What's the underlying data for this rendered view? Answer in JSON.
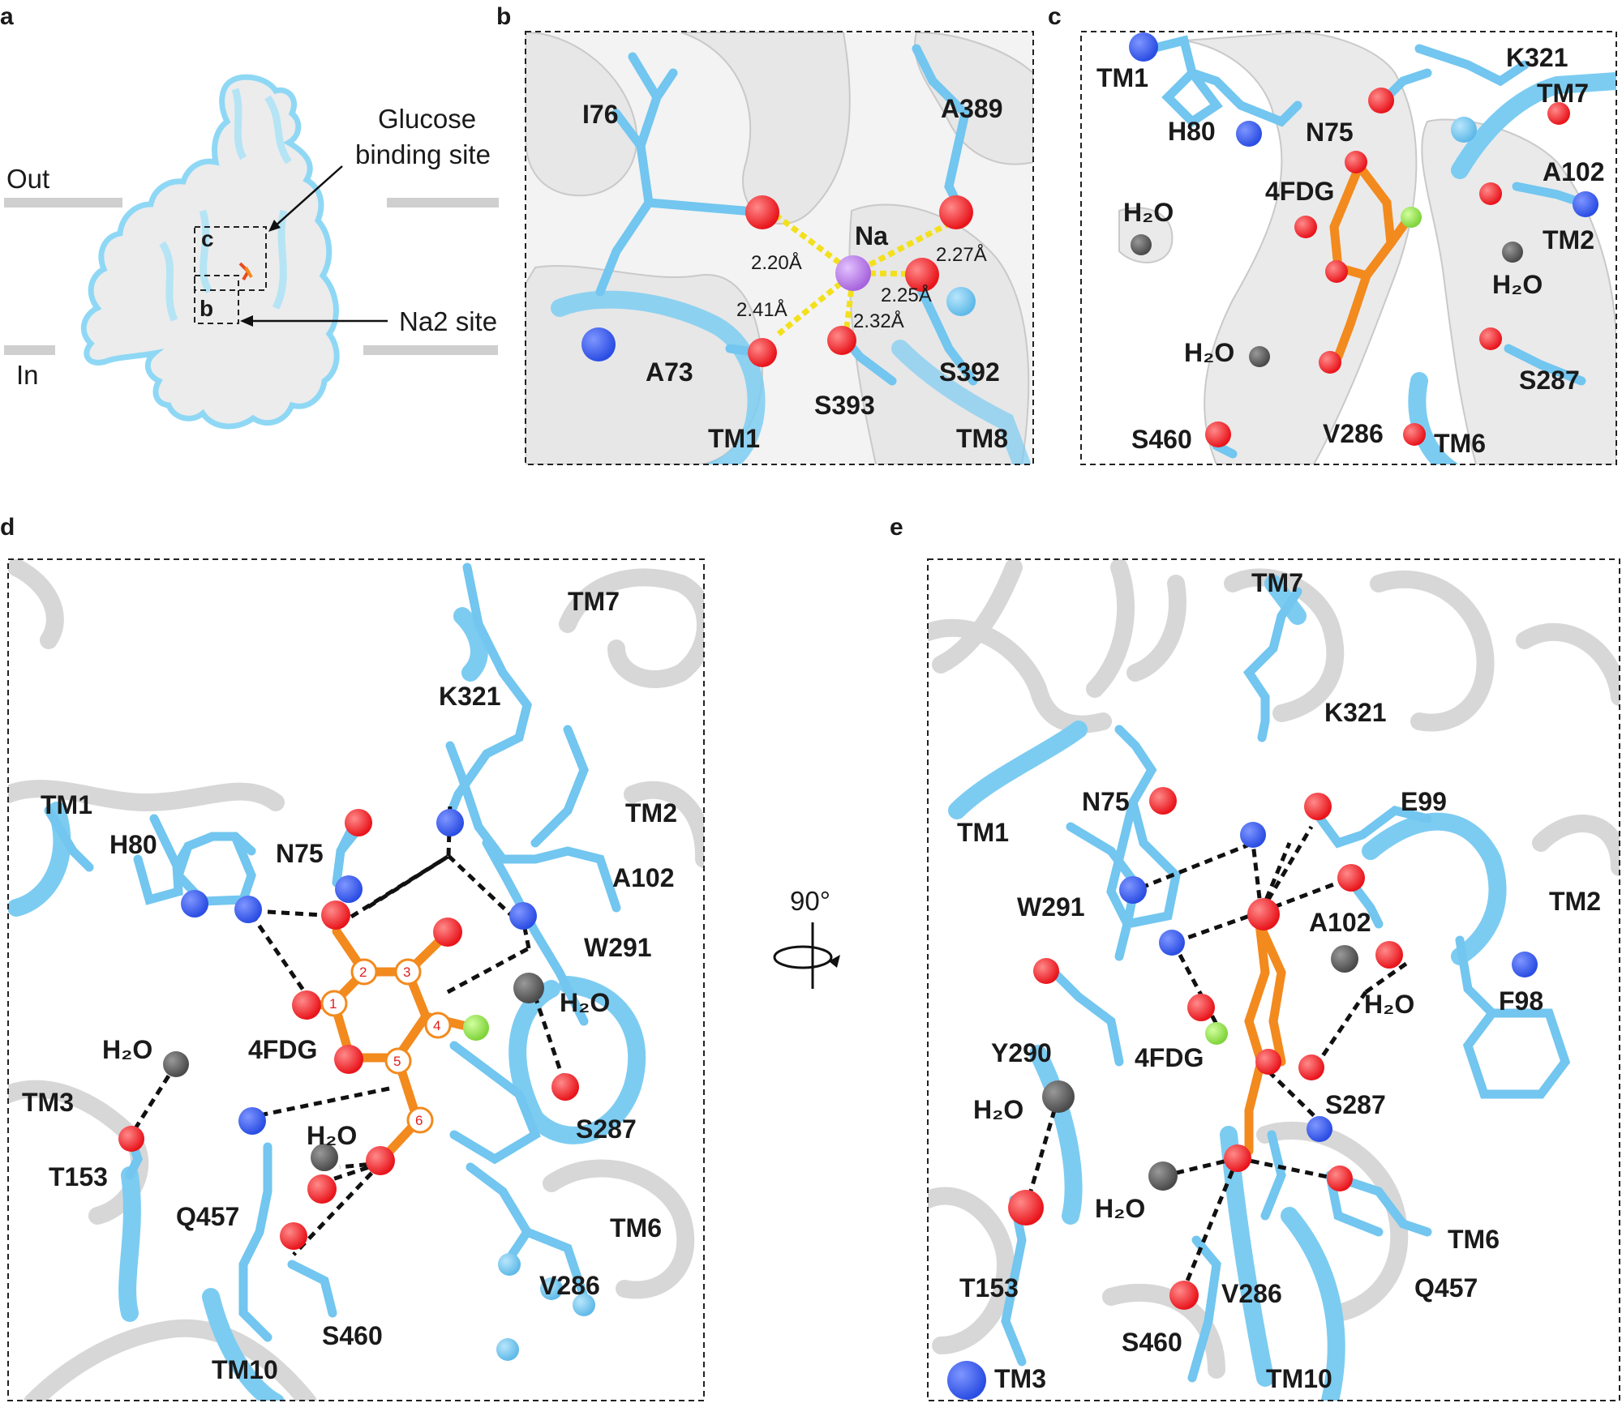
{
  "panels": {
    "a": {
      "letter": "a",
      "out_label": "Out",
      "in_label": "In",
      "glucose_site_line1": "Glucose",
      "glucose_site_line2": "binding site",
      "na2_site": "Na2 site",
      "box_c": "c",
      "box_b": "b"
    },
    "b": {
      "letter": "b",
      "residues": [
        "I76",
        "A389",
        "A73",
        "S393",
        "S392"
      ],
      "helices": [
        "TM1",
        "TM8"
      ],
      "ion": "Na",
      "distances": [
        "2.20Å",
        "2.27Å",
        "2.25Å",
        "2.41Å",
        "2.32Å"
      ]
    },
    "c": {
      "letter": "c",
      "labels": [
        "TM1",
        "H80",
        "N75",
        "K321",
        "TM7",
        "4FDG",
        "A102",
        "H₂O",
        "TM2",
        "H₂O",
        "H₂O",
        "S287",
        "S460",
        "V286",
        "TM6"
      ]
    },
    "d": {
      "letter": "d",
      "labels": [
        "TM7",
        "K321",
        "TM1",
        "TM2",
        "H80",
        "N75",
        "A102",
        "W291",
        "H₂O",
        "H₂O",
        "4FDG",
        "TM3",
        "T153",
        "H₂O",
        "S287",
        "Q457",
        "TM6",
        "V286",
        "S460",
        "TM10"
      ],
      "ring_numbers": [
        "1",
        "2",
        "3",
        "4",
        "5",
        "6"
      ]
    },
    "e": {
      "letter": "e",
      "labels": [
        "TM7",
        "K321",
        "N75",
        "E99",
        "TM1",
        "W291",
        "A102",
        "TM2",
        "H₂O",
        "F98",
        "Y290",
        "4FDG",
        "H₂O",
        "S287",
        "H₂O",
        "TM6",
        "T153",
        "V286",
        "Q457",
        "S460",
        "TM3",
        "TM10"
      ]
    },
    "rotation": "90°"
  },
  "colors": {
    "carbon_protein": "#72c6ef",
    "carbon_ligand": "#f28a1e",
    "oxygen": "#e8141b",
    "nitrogen": "#2a4de3",
    "fluorine": "#8fe04a",
    "water": "#555555",
    "sodium": "#b67be0",
    "sodium_bond": "#f3e01d",
    "ribbon_gray": "#d7d7d7",
    "density_gray": "#e3e3e3"
  }
}
